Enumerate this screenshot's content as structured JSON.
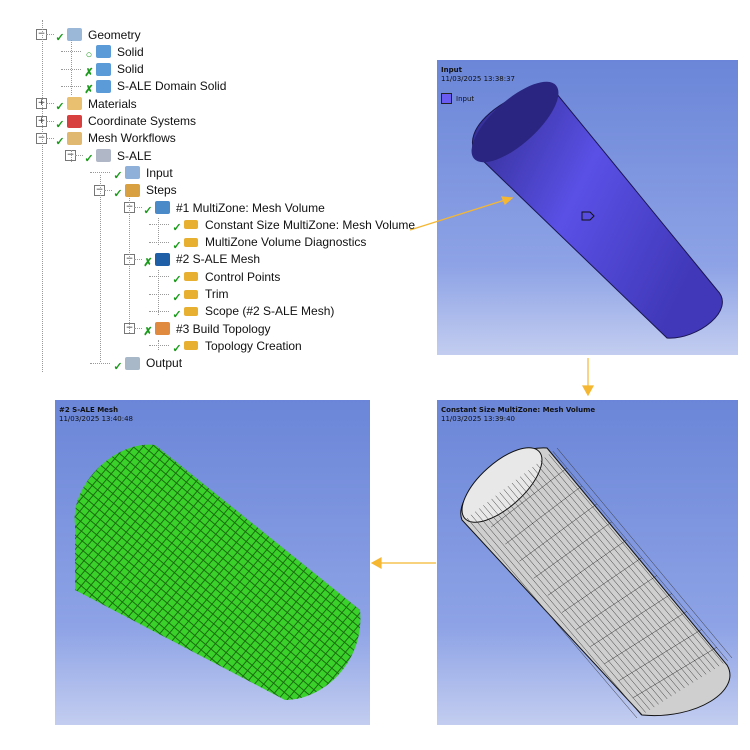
{
  "tree": [
    {
      "label": "Geometry",
      "level": 0,
      "expander": "minus",
      "status": "check",
      "icon": "geometry-icon"
    },
    {
      "label": "Solid",
      "level": 1,
      "status": "circle",
      "icon": "solid-icon"
    },
    {
      "label": "Solid",
      "level": 1,
      "status": "x",
      "icon": "solid-icon"
    },
    {
      "label": "S-ALE Domain Solid",
      "level": 1,
      "status": "x",
      "icon": "solid-icon"
    },
    {
      "label": "Materials",
      "level": 0,
      "expander": "plus",
      "status": "check",
      "icon": "materials-icon"
    },
    {
      "label": "Coordinate Systems",
      "level": 0,
      "expander": "plus",
      "status": "check",
      "icon": "coordinate-systems-icon"
    },
    {
      "label": "Mesh Workflows",
      "level": 0,
      "expander": "minus",
      "status": "check",
      "icon": "mesh-workflows-icon"
    },
    {
      "label": "S-ALE",
      "level": 1,
      "expander": "minus",
      "status": "check",
      "icon": "workflow-icon"
    },
    {
      "label": "Input",
      "level": 2,
      "status": "check",
      "icon": "input-icon"
    },
    {
      "label": "Steps",
      "level": 2,
      "expander": "minus",
      "status": "check",
      "icon": "steps-icon"
    },
    {
      "label": "#1 MultiZone: Mesh Volume",
      "level": 3,
      "expander": "minus",
      "status": "check",
      "icon": "multizone-icon"
    },
    {
      "label": "Constant Size MultiZone: Mesh Volume",
      "level": 4,
      "status": "check",
      "icon": "controls-icon"
    },
    {
      "label": "MultiZone Volume Diagnostics",
      "level": 4,
      "status": "check",
      "icon": "arrow-right-icon"
    },
    {
      "label": "#2 S-ALE Mesh",
      "level": 3,
      "expander": "minus",
      "status": "x",
      "icon": "sale-mesh-icon"
    },
    {
      "label": "Control Points",
      "level": 4,
      "status": "check",
      "icon": "controls-icon"
    },
    {
      "label": "Trim",
      "level": 4,
      "status": "check",
      "icon": "controls-icon"
    },
    {
      "label": "Scope (#2 S-ALE Mesh)",
      "level": 4,
      "status": "check",
      "icon": "arrow-right-icon"
    },
    {
      "label": "#3 Build Topology",
      "level": 3,
      "expander": "minus",
      "status": "x",
      "icon": "topology-icon"
    },
    {
      "label": "Topology Creation",
      "level": 4,
      "status": "check",
      "icon": "controls-icon"
    },
    {
      "label": "Output",
      "level": 2,
      "status": "check",
      "icon": "output-icon"
    }
  ],
  "panels": {
    "input": {
      "title": "Input",
      "date": "11/03/2025 13:38:37",
      "legend": "Input"
    },
    "mesh": {
      "title": "Constant Size MultiZone: Mesh Volume",
      "date": "11/03/2025 13:39:40"
    },
    "sale": {
      "title": "#2 S-ALE Mesh",
      "date": "11/03/2025 13:40:48"
    }
  },
  "colors": {
    "arrow": "#f5b731",
    "solid": "#5a50e6",
    "mesh_green": "#33cc22",
    "check": "#1a9a1a"
  }
}
